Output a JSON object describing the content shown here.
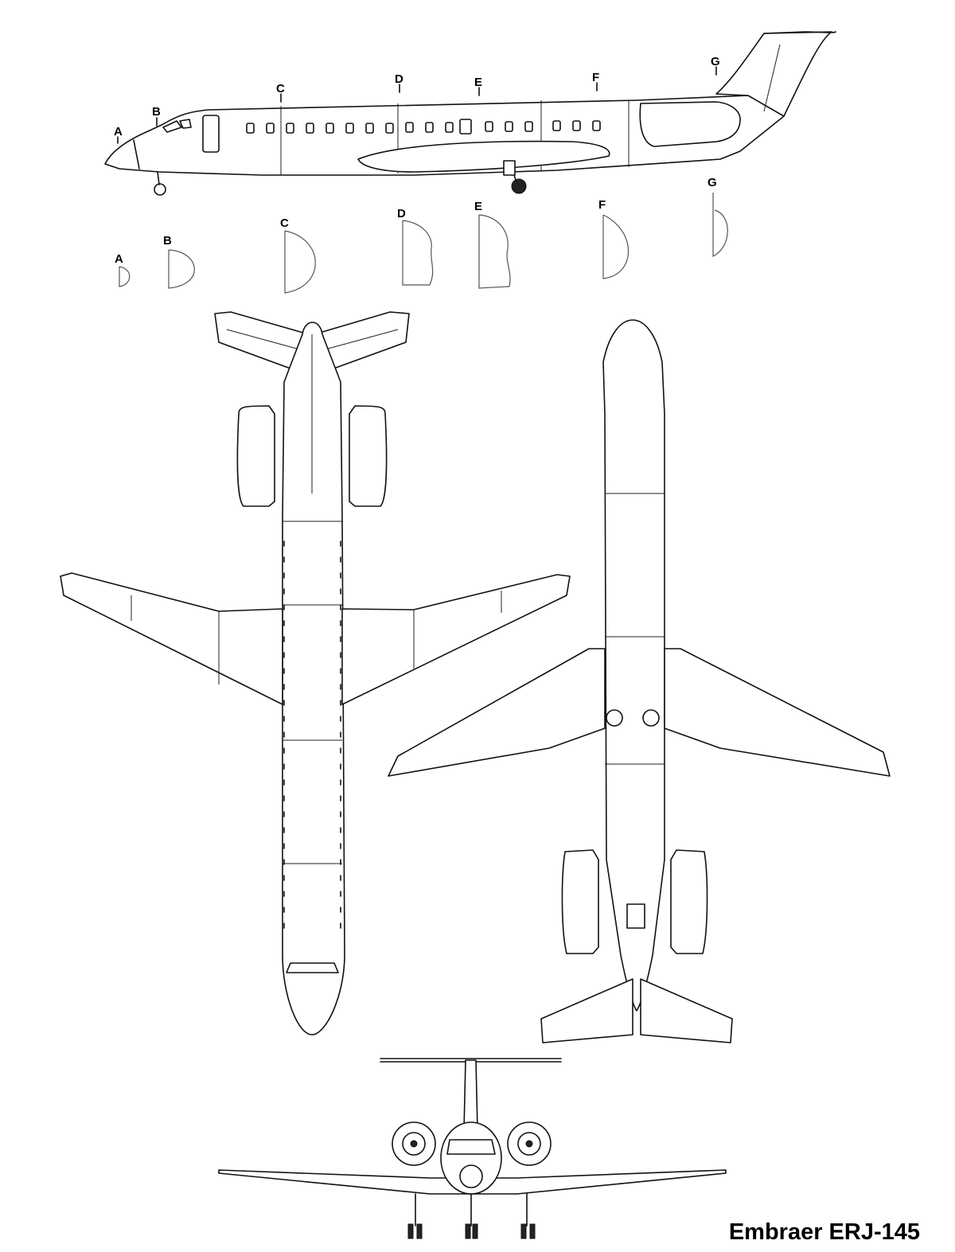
{
  "title": "Embraer ERJ-145",
  "station_labels": [
    "A",
    "B",
    "C",
    "D",
    "E",
    "F",
    "G"
  ]
}
